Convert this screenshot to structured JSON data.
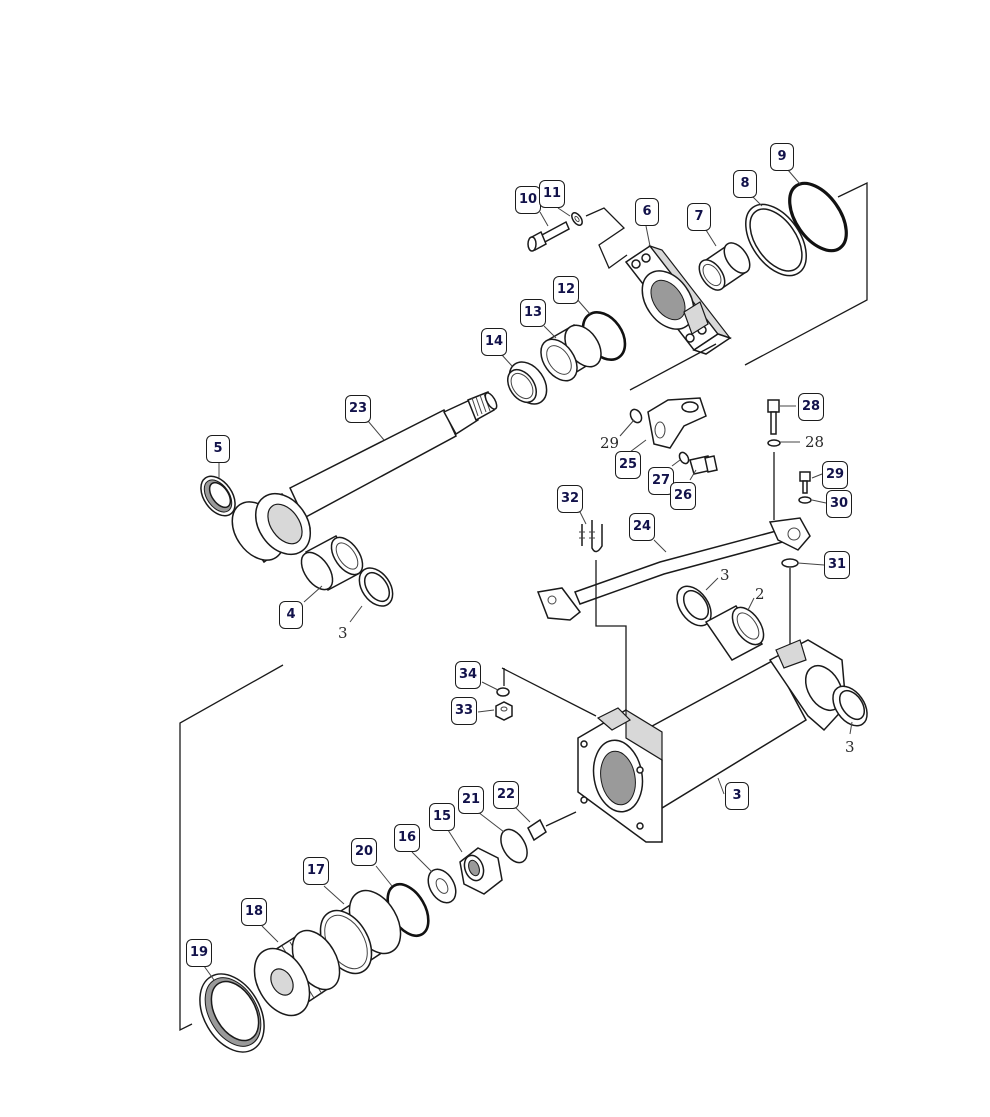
{
  "callouts": {
    "c5": "5",
    "c4": "4",
    "c23": "23",
    "c10": "10",
    "c11": "11",
    "c6": "6",
    "c7": "7",
    "c8": "8",
    "c9": "9",
    "c12": "12",
    "c13": "13",
    "c14": "14",
    "c25": "25",
    "c27": "27",
    "c26": "26",
    "c28": "28",
    "c29": "29",
    "c30": "30",
    "c32": "32",
    "c24": "24",
    "c31": "31",
    "c34": "34",
    "c33": "33",
    "c3": "3",
    "c21": "21",
    "c22": "22",
    "c15": "15",
    "c16": "16",
    "c20": "20",
    "c17": "17",
    "c18": "18",
    "c19": "19"
  },
  "plain_labels": {
    "p3_rod": "3",
    "p3_upper": "3",
    "p2": "2",
    "p3_right": "3",
    "p29": "29",
    "p28": "28"
  }
}
